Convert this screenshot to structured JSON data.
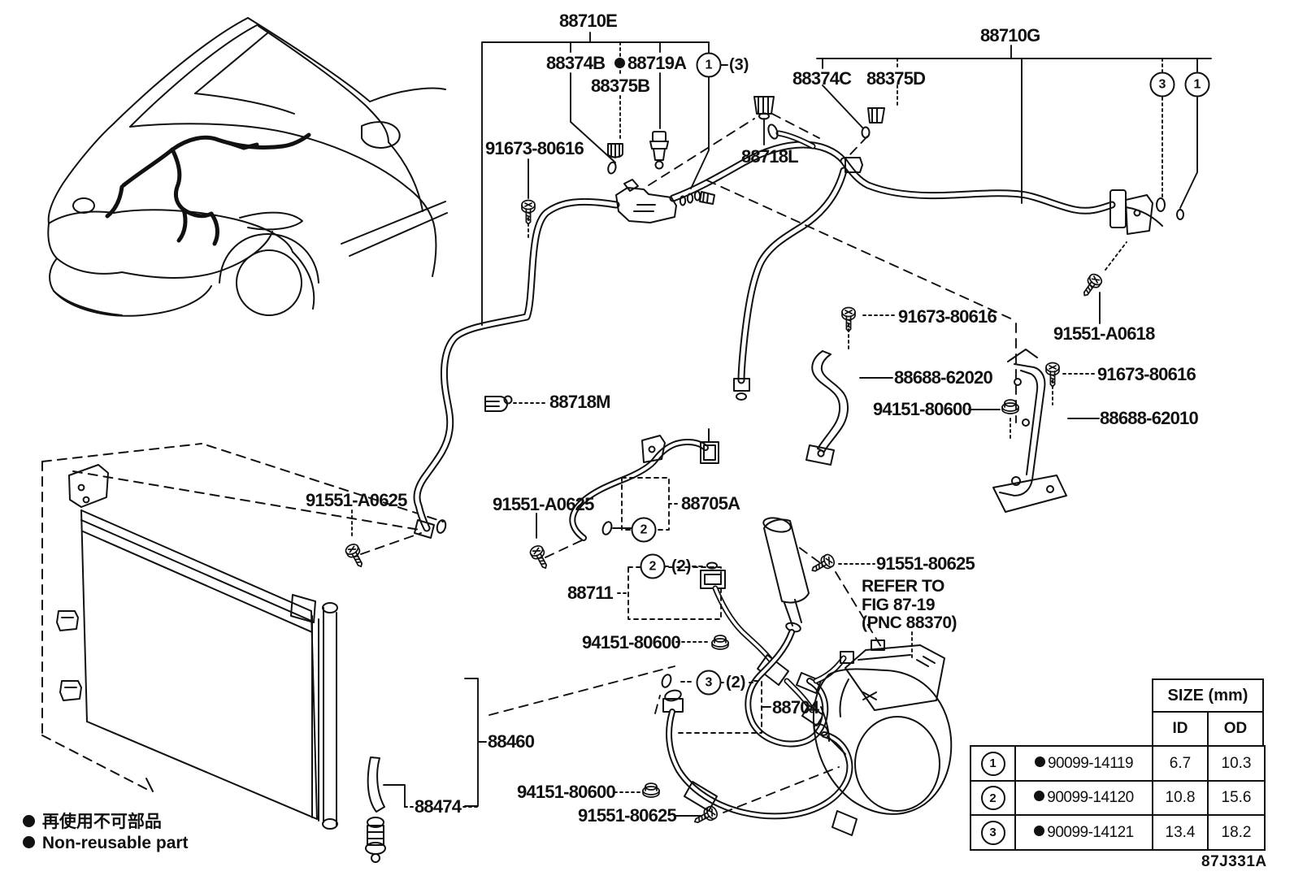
{
  "diagram": {
    "figure_code": "87J331A",
    "legend": {
      "jp": "再使用不可部品",
      "en": "Non-reusable part"
    },
    "ref_note": {
      "line1": "REFER TO",
      "line2": "FIG 87-19",
      "line3": "(PNC 88370)"
    },
    "callouts": {
      "c1": "1",
      "c2": "2",
      "c3": "3",
      "q2": "(2)",
      "q3": "(3)"
    },
    "parts": {
      "88710E": "88710E",
      "88374B": "88374B",
      "88719A": "88719A",
      "88375B": "88375B",
      "91673-80616": "91673-80616",
      "88718L": "88718L",
      "88710G": "88710G",
      "88374C": "88374C",
      "88375D": "88375D",
      "88718M": "88718M",
      "91551-A0618": "91551-A0618",
      "88688-62020": "88688-62020",
      "94151-80600": "94151-80600",
      "88688-62010": "88688-62010",
      "91551-A0625": "91551-A0625",
      "88705A": "88705A",
      "88711": "88711",
      "91551-80625": "91551-80625",
      "88704": "88704",
      "88460": "88460",
      "88474": "88474"
    },
    "table": {
      "size_header": "SIZE (mm)",
      "col_id": "ID",
      "col_od": "OD",
      "rows": [
        {
          "num": "1",
          "part": "90099-14119",
          "id": "6.7",
          "od": "10.3"
        },
        {
          "num": "2",
          "part": "90099-14120",
          "id": "10.8",
          "od": "15.6"
        },
        {
          "num": "3",
          "part": "90099-14121",
          "id": "13.4",
          "od": "18.2"
        }
      ]
    }
  }
}
